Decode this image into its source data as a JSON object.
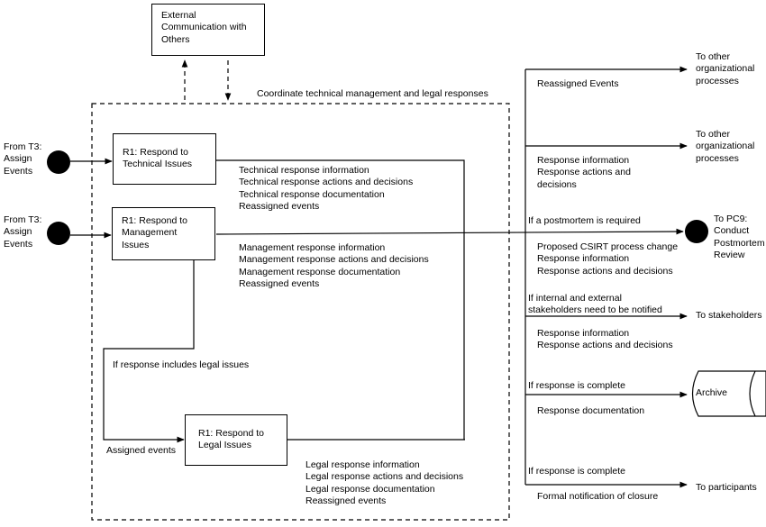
{
  "external": {
    "line1": "External",
    "line2": "Communication with",
    "line3": "Others"
  },
  "coordinate_label": "Coordinate technical management and legal responses",
  "inputs": {
    "top": [
      "From T3:",
      "Assign",
      "Events"
    ],
    "middle": [
      "From T3:",
      "Assign",
      "Events"
    ]
  },
  "processes": {
    "technical": [
      "R1: Respond to",
      "Technical Issues"
    ],
    "management": [
      "R1: Respond to",
      "Management",
      "Issues"
    ],
    "legal": [
      "R1: Respond to",
      "Legal Issues"
    ]
  },
  "flows": {
    "technical": [
      "Technical response information",
      "Technical response actions and decisions",
      "Technical response documentation",
      "Reassigned events"
    ],
    "management": [
      "Management response information",
      "Management response actions and decisions",
      "Management response documentation",
      "Reassigned events"
    ],
    "legal": [
      "Legal response information",
      "Legal response actions and decisions",
      "Legal response documentation",
      "Reassigned events"
    ],
    "legal_issues_condition": "If response includes legal issues",
    "assigned_events": "Assigned events"
  },
  "outputs": {
    "reassigned": "Reassigned Events",
    "response_info": [
      "Response information",
      "Response actions and",
      "decisions"
    ],
    "postmortem_condition": "If a postmortem is required",
    "postmortem_items": [
      "Proposed CSIRT process change",
      "Response information",
      "Response actions and decisions"
    ],
    "stakeholder_condition": [
      "If internal and external",
      "stakeholders need to be notified"
    ],
    "stakeholder_items": [
      "Response information",
      "Response actions and decisions"
    ],
    "complete_condition_1": "If response is complete",
    "documentation": "Response documentation",
    "complete_condition_2": "If response is complete",
    "closure": "Formal notification of closure"
  },
  "destinations": {
    "org1": [
      "To other",
      "organizational",
      "processes"
    ],
    "org2": [
      "To other",
      "organizational",
      "processes"
    ],
    "pc9": [
      "To PC9:",
      "Conduct",
      "Postmortem",
      "Review"
    ],
    "stakeholders": "To stakeholders",
    "archive": "Archive",
    "participants": "To participants"
  }
}
